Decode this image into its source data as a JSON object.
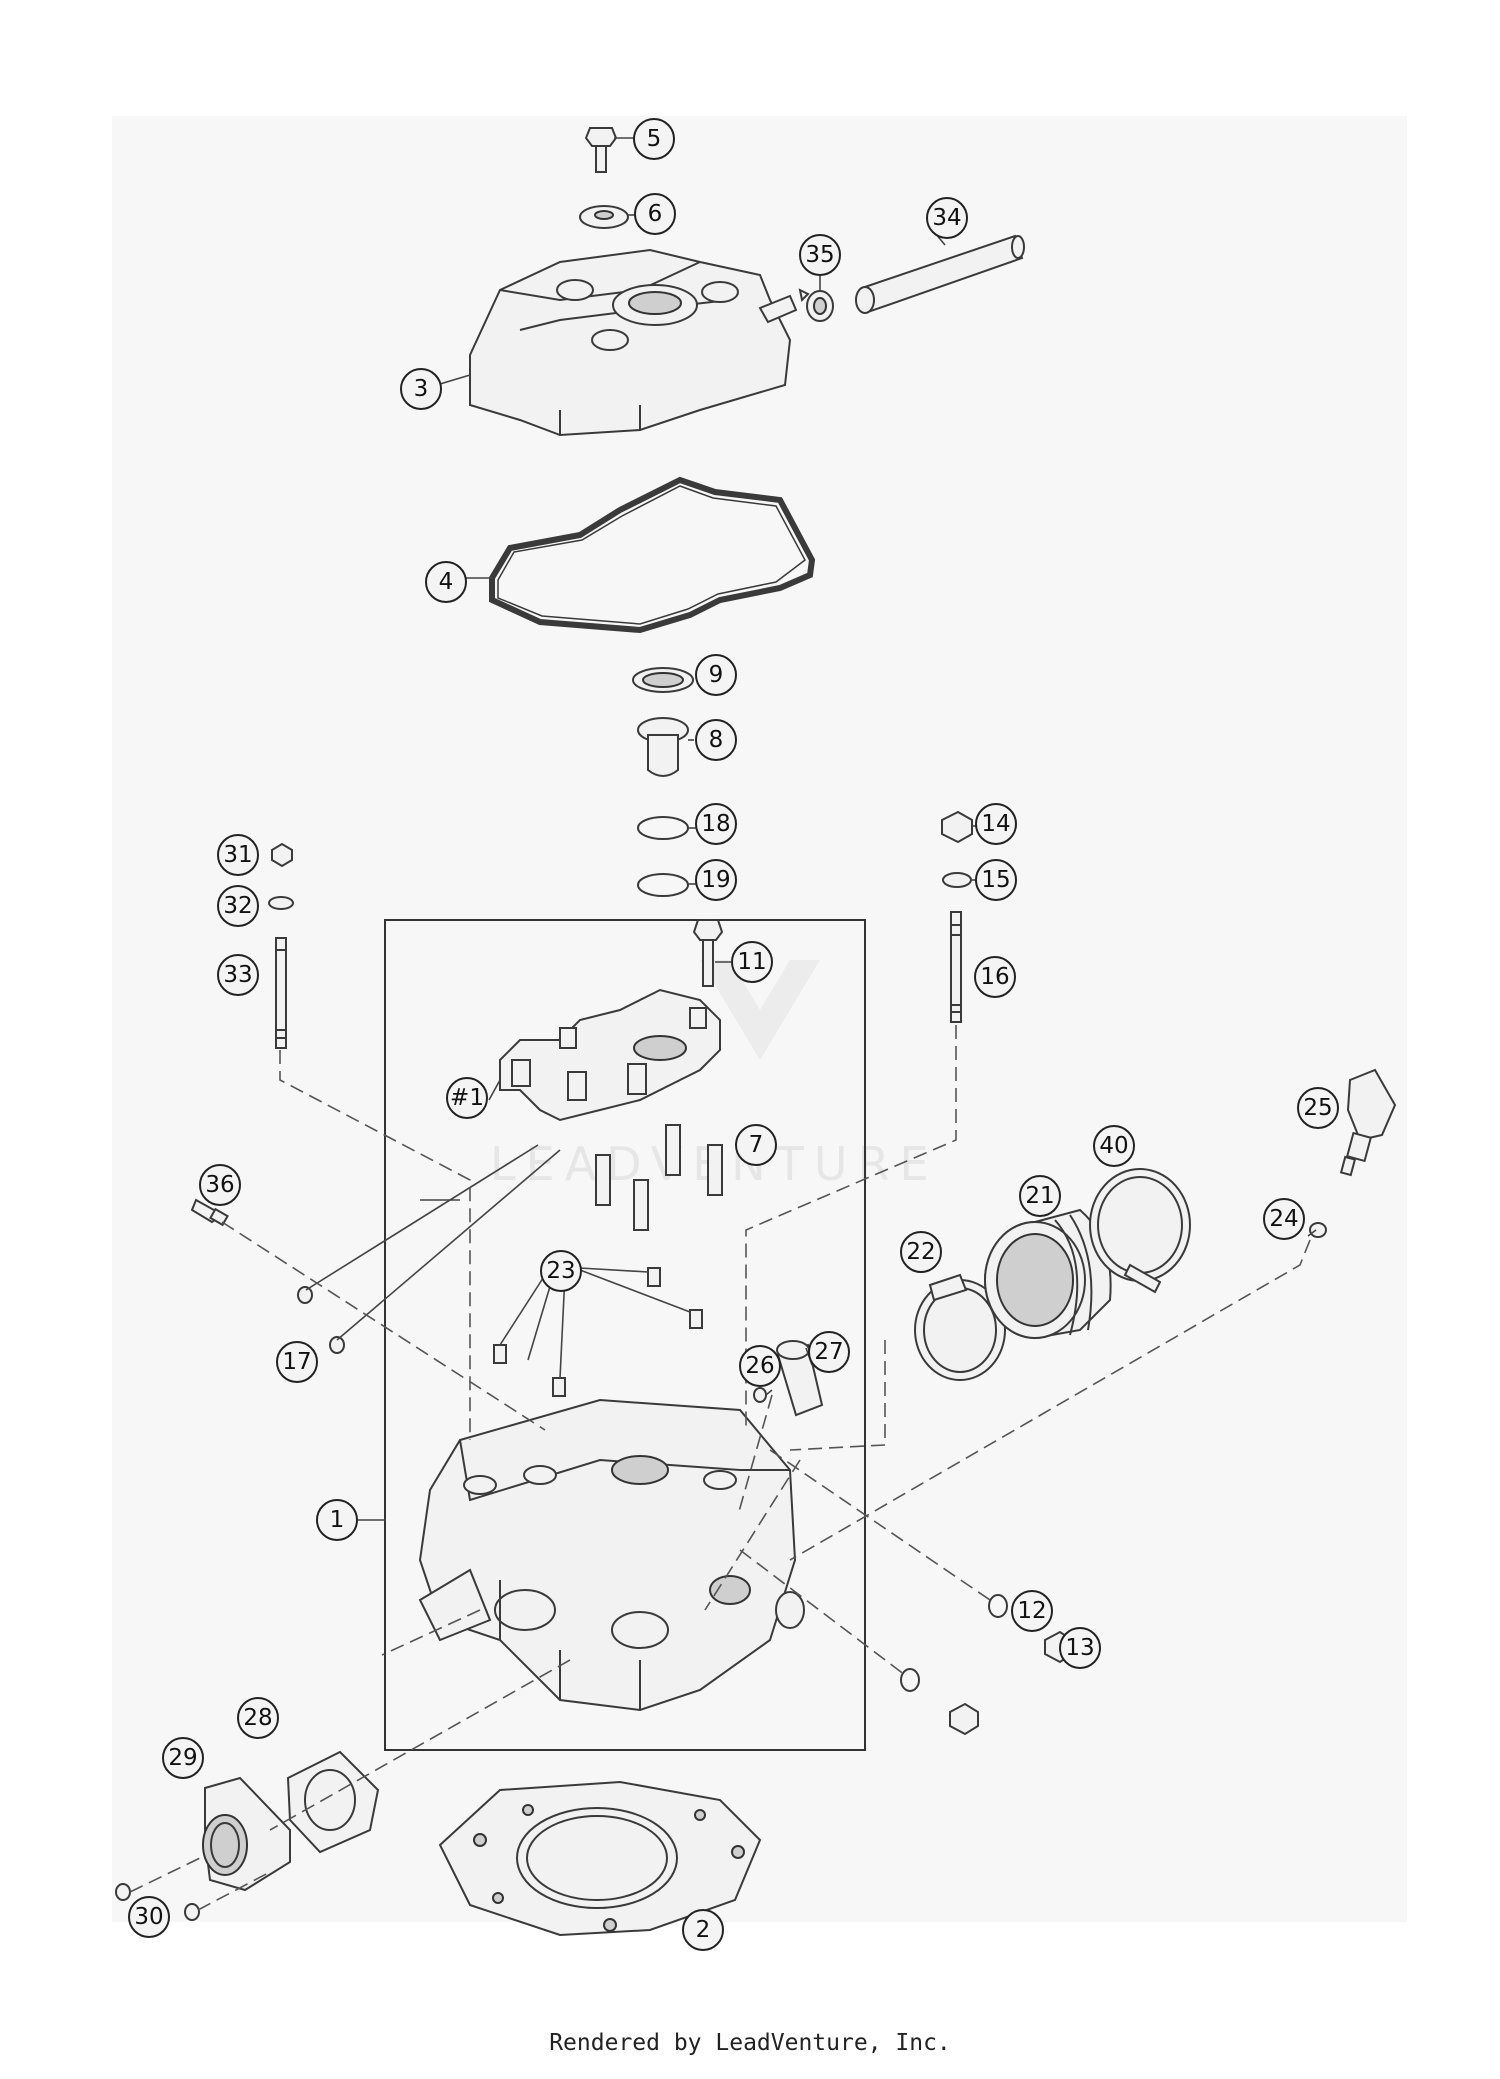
{
  "diagram": {
    "watermark": "LEADVENTURE",
    "callouts": [
      {
        "id": "5",
        "label": "5"
      },
      {
        "id": "6",
        "label": "6"
      },
      {
        "id": "35",
        "label": "35"
      },
      {
        "id": "34",
        "label": "34"
      },
      {
        "id": "3",
        "label": "3"
      },
      {
        "id": "4",
        "label": "4"
      },
      {
        "id": "9",
        "label": "9"
      },
      {
        "id": "8",
        "label": "8"
      },
      {
        "id": "18",
        "label": "18"
      },
      {
        "id": "19",
        "label": "19"
      },
      {
        "id": "14",
        "label": "14"
      },
      {
        "id": "15",
        "label": "15"
      },
      {
        "id": "31",
        "label": "31"
      },
      {
        "id": "32",
        "label": "32"
      },
      {
        "id": "33",
        "label": "33"
      },
      {
        "id": "11",
        "label": "11"
      },
      {
        "id": "16",
        "label": "16"
      },
      {
        "id": "#1",
        "label": "#1"
      },
      {
        "id": "7",
        "label": "7"
      },
      {
        "id": "40",
        "label": "40"
      },
      {
        "id": "25",
        "label": "25"
      },
      {
        "id": "21",
        "label": "21"
      },
      {
        "id": "36",
        "label": "36"
      },
      {
        "id": "24",
        "label": "24"
      },
      {
        "id": "22",
        "label": "22"
      },
      {
        "id": "23",
        "label": "23"
      },
      {
        "id": "27",
        "label": "27"
      },
      {
        "id": "26",
        "label": "26"
      },
      {
        "id": "17",
        "label": "17"
      },
      {
        "id": "1",
        "label": "1"
      },
      {
        "id": "12",
        "label": "12"
      },
      {
        "id": "13",
        "label": "13"
      },
      {
        "id": "28",
        "label": "28"
      },
      {
        "id": "29",
        "label": "29"
      },
      {
        "id": "30",
        "label": "30"
      },
      {
        "id": "2",
        "label": "2"
      }
    ]
  },
  "footer": {
    "text": "Rendered by LeadVenture, Inc."
  }
}
